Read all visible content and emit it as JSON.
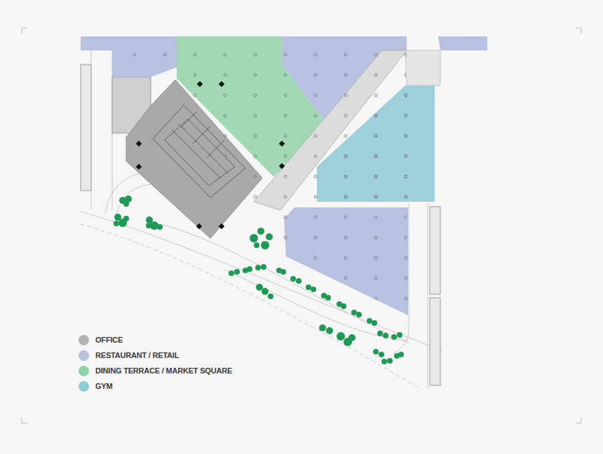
{
  "diagram": {
    "legend": [
      {
        "text": "OFFICE",
        "color": "#b3b3b3"
      },
      {
        "text": "RESTAURANT / RETAIL",
        "color": "#b9c1e0"
      },
      {
        "text": "DINING TERRACE / MARKET SQUARE",
        "color": "#8fd3a6"
      },
      {
        "text": "GYM",
        "color": "#8fcad6"
      }
    ]
  }
}
